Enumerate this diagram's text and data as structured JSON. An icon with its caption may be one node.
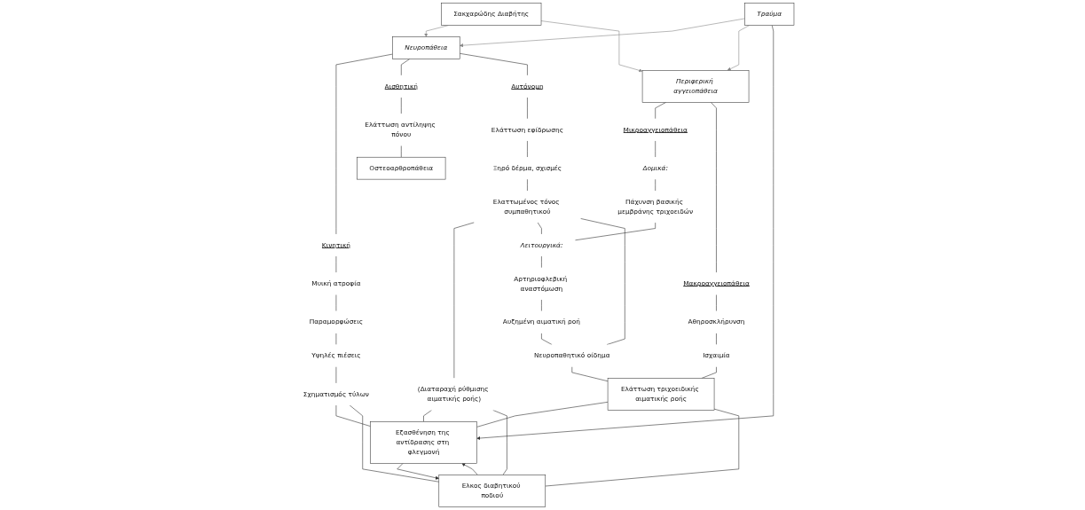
{
  "diagram": {
    "nodes": [
      {
        "text": [
          "Σακχαρώδης Διαβήτης"
        ]
      },
      {
        "text": [
          "Νευροπάθεια"
        ]
      },
      {
        "text": [
          "Τραύμα"
        ]
      },
      {
        "text": [
          "Περιφερική αγγειοπάθεια"
        ]
      },
      {
        "text": [
          "Κινητική"
        ]
      },
      {
        "text": [
          "Αισθητική"
        ]
      },
      {
        "text": [
          "Αυτόνομη"
        ]
      },
      {
        "text": [
          "Μυική ατροφία"
        ]
      },
      {
        "text": [
          "Παραμορφώσεις"
        ]
      },
      {
        "text": [
          "Υψηλές πιέσεις"
        ]
      },
      {
        "text": [
          "Σχηματισμός τύλων"
        ]
      },
      {
        "text": [
          "Ελάττωση αντίληψης πόνου"
        ]
      },
      {
        "text": [
          "Ελάττωση εφίδρωσης"
        ]
      },
      {
        "text": [
          "Ξηρό δέρμα, σχισμές"
        ]
      },
      {
        "text": [
          "Ελαττωμένος τόνος συμπαθητικού"
        ]
      },
      {
        "text": [
          "(Διαταραχή ρύθμισης αιματικής ροής)"
        ]
      },
      {
        "text": [
          "Μικροαγγειοπάθεια"
        ]
      },
      {
        "text": [
          "Μακροαγγειοπάθεια"
        ]
      },
      {
        "text": [
          "Δομικά:"
        ]
      },
      {
        "text": [
          "Πάχυνση βασικής μεμβράνης τριχοειδών"
        ]
      },
      {
        "text": [
          "Λειτουργικά:"
        ]
      },
      {
        "text": [
          "Αρτηριοφλεβική αναστόμωση"
        ]
      },
      {
        "text": [
          "Αυξημένη αιματική ροή"
        ]
      },
      {
        "text": [
          "Νευροπαθητικό οίδημα"
        ]
      },
      {
        "text": [
          "Αθηροσκλήρυνση"
        ]
      },
      {
        "text": [
          "Ισχαιμία"
        ]
      },
      {
        "text": [
          "Οστεοαρθροπάθεια"
        ]
      },
      {
        "text": [
          "Εξασθένηση της αντίδρασης στη φλεγμονή"
        ]
      },
      {
        "text": [
          "Ελάττωση τριχοειδικής αιματικής ροής"
        ]
      },
      {
        "text": [
          "Ελκος διαβητικού ποδιού"
        ]
      }
    ],
    "edges": [
      {
        "from": 0,
        "to": 1,
        "arrow": "to",
        "color": "#888888"
      },
      {
        "from": 0,
        "to": 3,
        "arrow": "to",
        "color": "#888888"
      },
      {
        "from": 2,
        "to": 1,
        "arrow": "to",
        "color": "#888888"
      },
      {
        "from": 2,
        "to": 3,
        "arrow": "to",
        "color": "#888888"
      },
      {
        "from": 1,
        "to": 4,
        "arrow": "none"
      },
      {
        "from": 1,
        "to": 5,
        "arrow": "none"
      },
      {
        "from": 1,
        "to": 6,
        "arrow": "none"
      },
      {
        "from": 4,
        "to": 7,
        "arrow": "none"
      },
      {
        "from": 7,
        "to": 8,
        "arrow": "none"
      },
      {
        "from": 8,
        "to": 9,
        "arrow": "none"
      },
      {
        "from": 9,
        "to": 10,
        "arrow": "none"
      },
      {
        "from": 5,
        "to": 11,
        "arrow": "none"
      },
      {
        "from": 6,
        "to": 12,
        "arrow": "none"
      },
      {
        "from": 12,
        "to": 13,
        "arrow": "none"
      },
      {
        "from": 13,
        "to": 14,
        "arrow": "none"
      },
      {
        "from": 14,
        "to": 15,
        "arrow": "none"
      },
      {
        "from": 11,
        "to": 26,
        "arrow": "none"
      },
      {
        "from": 10,
        "to": 27,
        "arrow": "none"
      },
      {
        "from": 15,
        "to": 27,
        "arrow": "none"
      },
      {
        "from": 10,
        "to": 29,
        "arrow": "none"
      },
      {
        "from": 15,
        "to": 29,
        "arrow": "none"
      },
      {
        "from": 14,
        "to": 20,
        "arrow": "none"
      },
      {
        "from": 14,
        "to": 23,
        "arrow": "none"
      },
      {
        "from": 3,
        "to": 16,
        "arrow": "none"
      },
      {
        "from": 3,
        "to": 17,
        "arrow": "none"
      },
      {
        "from": 16,
        "to": 18,
        "arrow": "none"
      },
      {
        "from": 18,
        "to": 19,
        "arrow": "none"
      },
      {
        "from": 19,
        "to": 20,
        "arrow": "none"
      },
      {
        "from": 20,
        "to": 21,
        "arrow": "none"
      },
      {
        "from": 21,
        "to": 22,
        "arrow": "none"
      },
      {
        "from": 22,
        "to": 23,
        "arrow": "none"
      },
      {
        "from": 17,
        "to": 24,
        "arrow": "none"
      },
      {
        "from": 24,
        "to": 25,
        "arrow": "none"
      },
      {
        "from": 23,
        "to": 28,
        "arrow": "none"
      },
      {
        "from": 25,
        "to": 28,
        "arrow": "none"
      },
      {
        "from": 2,
        "to": 27,
        "arrow": "to"
      },
      {
        "from": 27,
        "to": 29,
        "arrow": "to"
      },
      {
        "from": 29,
        "to": 27,
        "arrow": "to"
      },
      {
        "from": 28,
        "to": 27,
        "arrow": "none"
      },
      {
        "from": 28,
        "to": 29,
        "arrow": "none"
      }
    ]
  }
}
